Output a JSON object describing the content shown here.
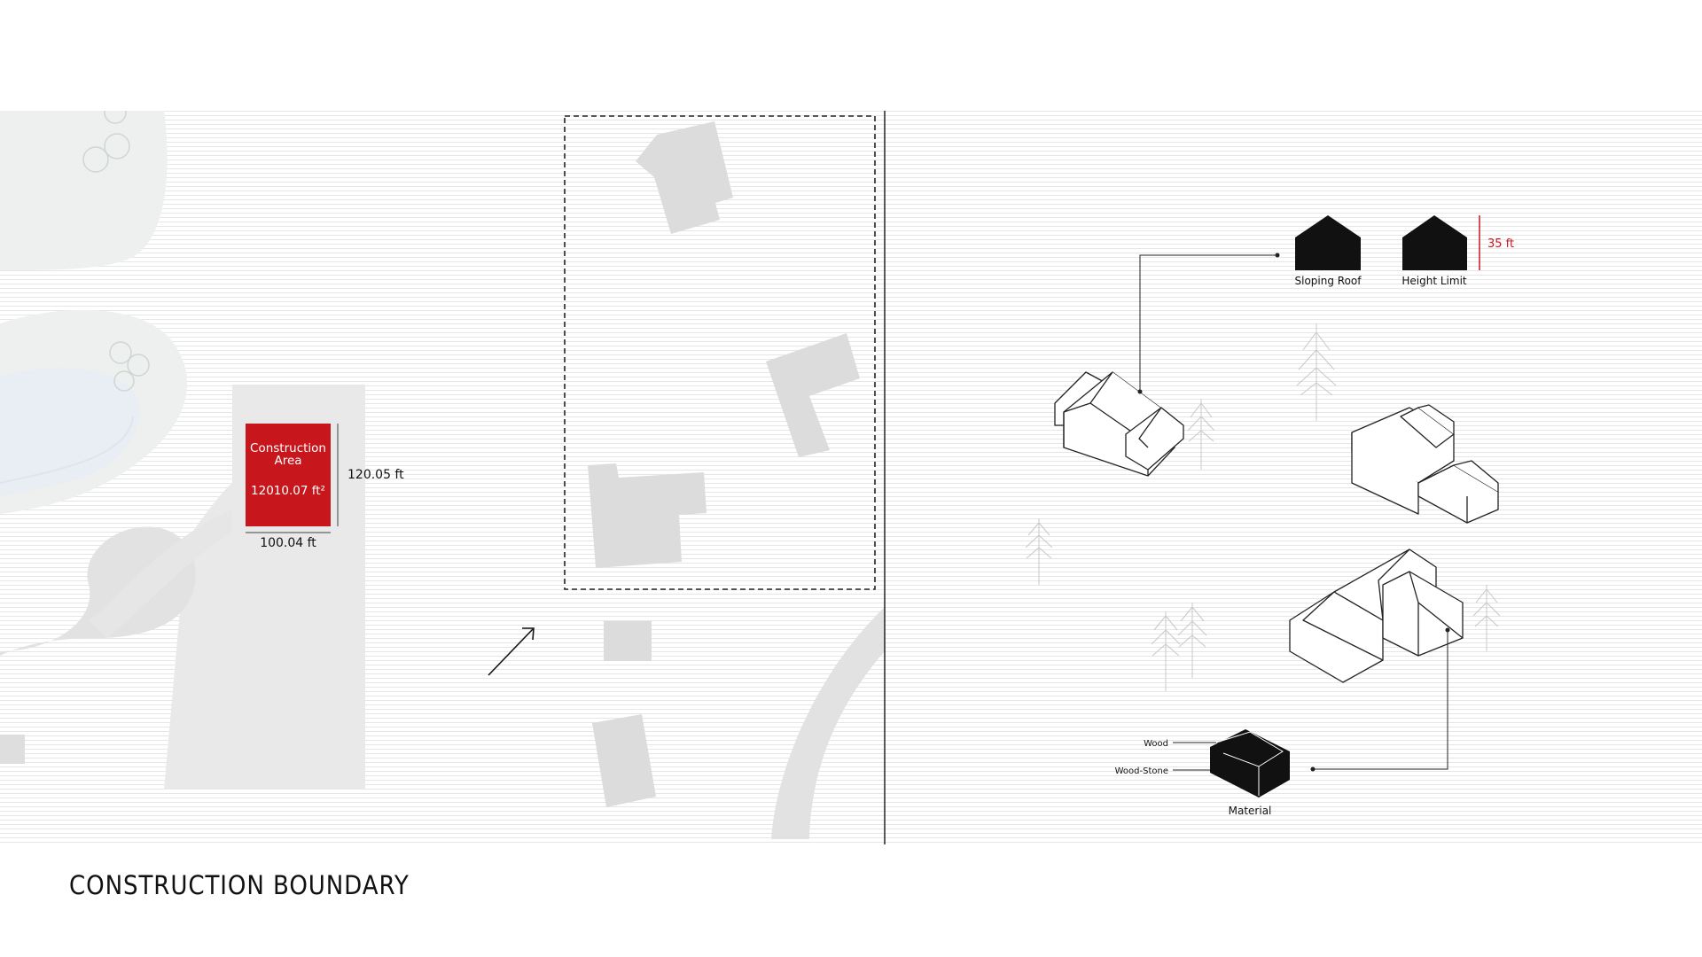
{
  "caption": "CONSTRUCTION BOUNDARY",
  "site_plan": {
    "construction_area": {
      "title_line1": "Construction",
      "title_line2": "Area",
      "area": "12010.07 ft²",
      "height_dimension": "120.05 ft",
      "width_dimension": "100.04 ft"
    },
    "north_arrow_icon": "arrow-icon"
  },
  "axonometric": {
    "labels": {
      "sloping_roof": "Sloping Roof",
      "height_limit": "Height Limit",
      "height_value": "35 ft",
      "material": "Material",
      "wood": "Wood",
      "wood_stone": "Wood-Stone"
    }
  },
  "colors": {
    "accent_red": "#c8161d",
    "building_grey": "#dcdcdc",
    "ink": "#111111",
    "hatch_line": "#e4e4e4"
  }
}
